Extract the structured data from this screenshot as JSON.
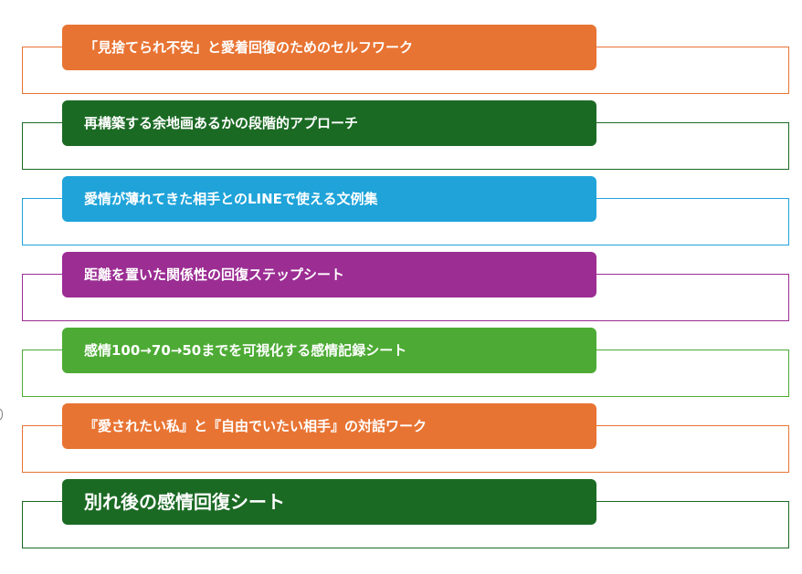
{
  "items": [
    {
      "label": "「見捨てられ不安」と愛着回復のためのセルフワーク",
      "color": "#e87433",
      "size": "normal"
    },
    {
      "label": "再構築する余地画あるかの段階的アプローチ",
      "color": "#1b6a24",
      "size": "normal"
    },
    {
      "label": "愛情が薄れてきた相手とのLINEで使える文例集",
      "color": "#1fa3d9",
      "size": "normal"
    },
    {
      "label": "距離を置いた関係性の回復ステップシート",
      "color": "#9b2d93",
      "size": "normal"
    },
    {
      "label": "感情100→70→50までを可視化する感情記録シート",
      "color": "#4dab35",
      "size": "normal"
    },
    {
      "label": "『愛されたい私』と『自由でいたい相手』の対話ワーク",
      "color": "#e87433",
      "size": "normal"
    },
    {
      "label": "別れ後の感情回復シート",
      "color": "#1b6a24",
      "size": "large"
    }
  ]
}
